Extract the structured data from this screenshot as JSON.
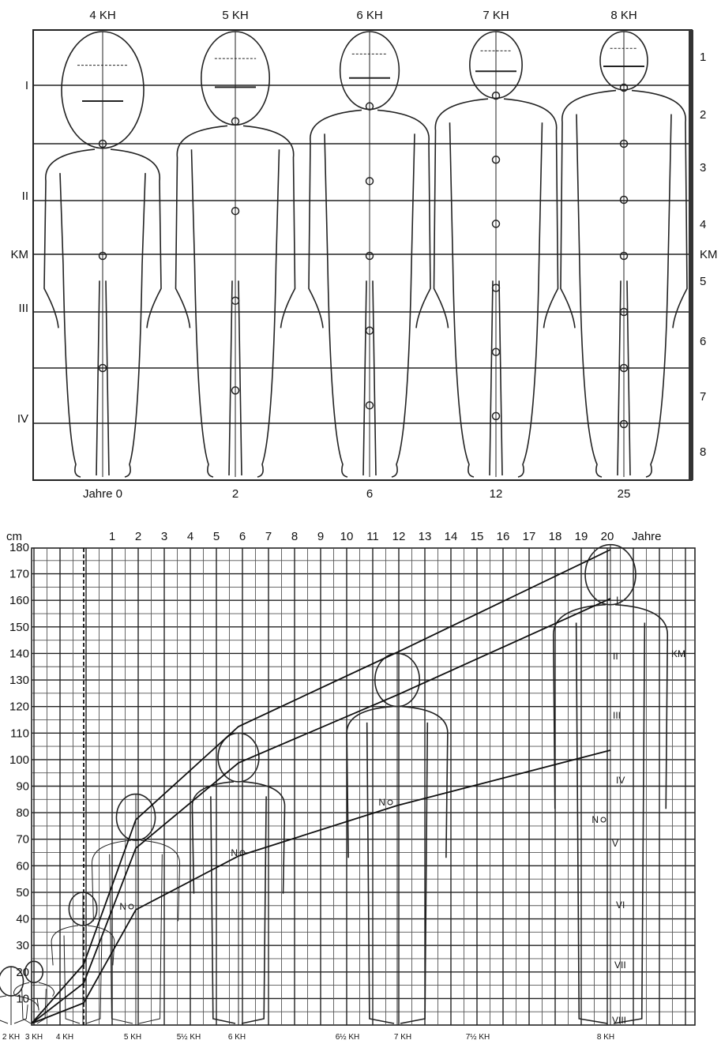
{
  "top_panel": {
    "columns": [
      {
        "header": "4 KH",
        "age": "Jahre 0",
        "heads": 4
      },
      {
        "header": "5 KH",
        "age": "2",
        "heads": 5
      },
      {
        "header": "6 KH",
        "age": "6",
        "heads": 6
      },
      {
        "header": "7 KH",
        "age": "12",
        "heads": 7
      },
      {
        "header": "8 KH",
        "age": "25",
        "heads": 8
      }
    ],
    "roman_left": [
      "I",
      "II",
      "KM",
      "III",
      "IV"
    ],
    "scale_right": [
      "1",
      "2",
      "3",
      "4",
      "KM",
      "5",
      "6",
      "7",
      "8"
    ]
  },
  "bottom_panel": {
    "y_unit": "cm",
    "y_ticks": [
      "180",
      "170",
      "160",
      "150",
      "140",
      "130",
      "120",
      "110",
      "100",
      "90",
      "80",
      "70",
      "60",
      "50",
      "40",
      "30",
      "20",
      "10"
    ],
    "x_ticks": [
      "1",
      "2",
      "3",
      "4",
      "5",
      "6",
      "7",
      "8",
      "9",
      "10",
      "11",
      "12",
      "13",
      "14",
      "15",
      "16",
      "17",
      "18",
      "19",
      "20"
    ],
    "x_unit": "Jahre",
    "km_label": "KM",
    "bottom_labels": [
      "2 KH",
      "3 KH",
      "4 KH",
      "5 KH",
      "5½ KH",
      "6 KH",
      "6½ KH",
      "7 KH",
      "7½ KH",
      "8 KH"
    ],
    "figure_labels": {
      "n": "N",
      "romans": [
        "I",
        "II",
        "III",
        "IV",
        "V",
        "VI",
        "VII",
        "VIII"
      ]
    }
  }
}
